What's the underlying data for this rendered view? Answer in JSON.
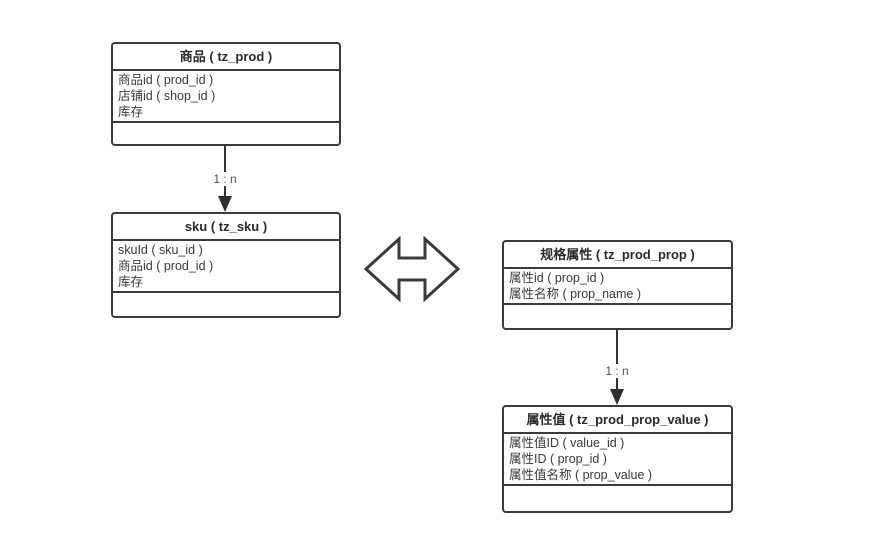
{
  "diagram": {
    "background_color": "#ffffff",
    "stroke_color": "#3b3b3b",
    "text_color": "#3a3a3a",
    "entities": [
      {
        "name": "prod",
        "title": "商品 ( tz_prod )",
        "fields": [
          "商品id ( prod_id )",
          "店铺id ( shop_id )",
          "库存"
        ]
      },
      {
        "name": "sku",
        "title": "sku ( tz_sku )",
        "fields": [
          "skuId ( sku_id )",
          "商品id ( prod_id )",
          "库存"
        ]
      },
      {
        "name": "prod-prop",
        "title": "规格属性 ( tz_prod_prop )",
        "fields": [
          "属性id ( prop_id )",
          "属性名称 ( prop_name )"
        ]
      },
      {
        "name": "prod-prop-value",
        "title": "属性值 ( tz_prod_prop_value )",
        "fields": [
          "属性值ID ( value_id )",
          "属性ID ( prop_id )",
          "属性值名称 ( prop_value )"
        ]
      }
    ],
    "relations": [
      {
        "label": "1 : n",
        "from": "商品 ( tz_prod )",
        "to": "sku ( tz_sku )",
        "arrow": "down-arrow-icon"
      },
      {
        "label": "1 : n",
        "from": "规格属性 ( tz_prod_prop )",
        "to": "属性值 ( tz_prod_prop_value )",
        "arrow": "down-arrow-icon"
      }
    ],
    "connector_icon": "left-right-double-arrow-icon"
  }
}
